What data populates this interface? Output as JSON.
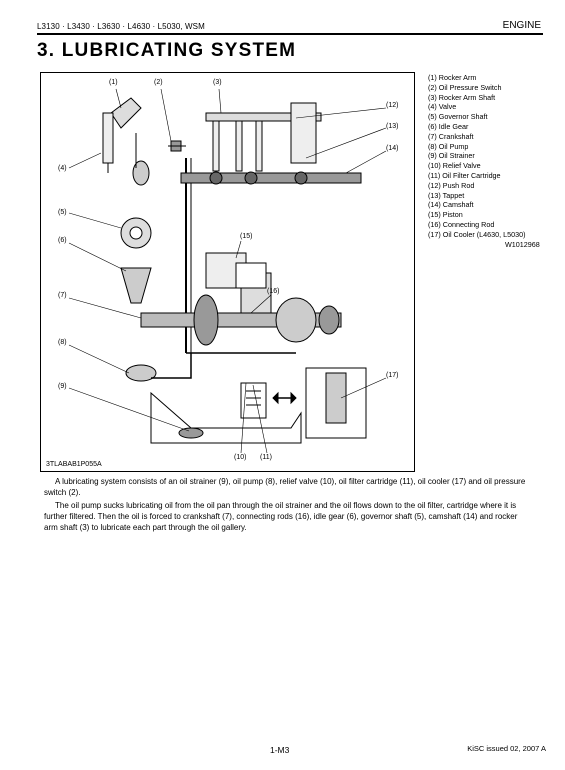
{
  "header": {
    "models": "L3130 · L3430 · L3630 · L4630 · L5030, WSM",
    "section": "ENGINE"
  },
  "title": "3.  LUBRICATING  SYSTEM",
  "figure": {
    "callouts": [
      "(1)",
      "(2)",
      "(3)",
      "(4)",
      "(5)",
      "(6)",
      "(7)",
      "(8)",
      "(9)",
      "(10)",
      "(11)",
      "(12)",
      "(13)",
      "(14)",
      "(15)",
      "(16)",
      "(17)"
    ],
    "figure_id": "3TLABAB1P055A"
  },
  "legend": [
    "(1) Rocker Arm",
    "(2) Oil Pressure Switch",
    "(3) Rocker Arm Shaft",
    "(4) Valve",
    "(5) Governor Shaft",
    "(6) Idle Gear",
    "(7) Crankshaft",
    "(8) Oil Pump",
    "(9) Oil Strainer",
    "(10) Relief Valve",
    "(11) Oil Filter Cartridge",
    "(12) Push Rod",
    "(13) Tappet",
    "(14) Camshaft",
    "(15) Piston",
    "(16) Connecting Rod",
    "(17) Oil Cooler (L4630, L5030)"
  ],
  "doc_id": "W1012968",
  "paragraphs": [
    "A lubricating system consists of an oil strainer (9), oil pump (8), relief valve (10), oil filter cartridge (11), oil cooler (17) and oil pressure switch (2).",
    "The oil pump sucks lubricating oil from the oil pan through the oil strainer and the oil flows down to the oil filter, cartridge where it is further filtered.  Then the oil is forced to crankshaft (7), connecting rods (16), idle gear (6), governor shaft (5), camshaft (14) and rocker arm shaft (3) to lubricate each part through the oil gallery."
  ],
  "footer": {
    "page": "1-M3",
    "issued": "KiSC issued 02, 2007 A"
  }
}
